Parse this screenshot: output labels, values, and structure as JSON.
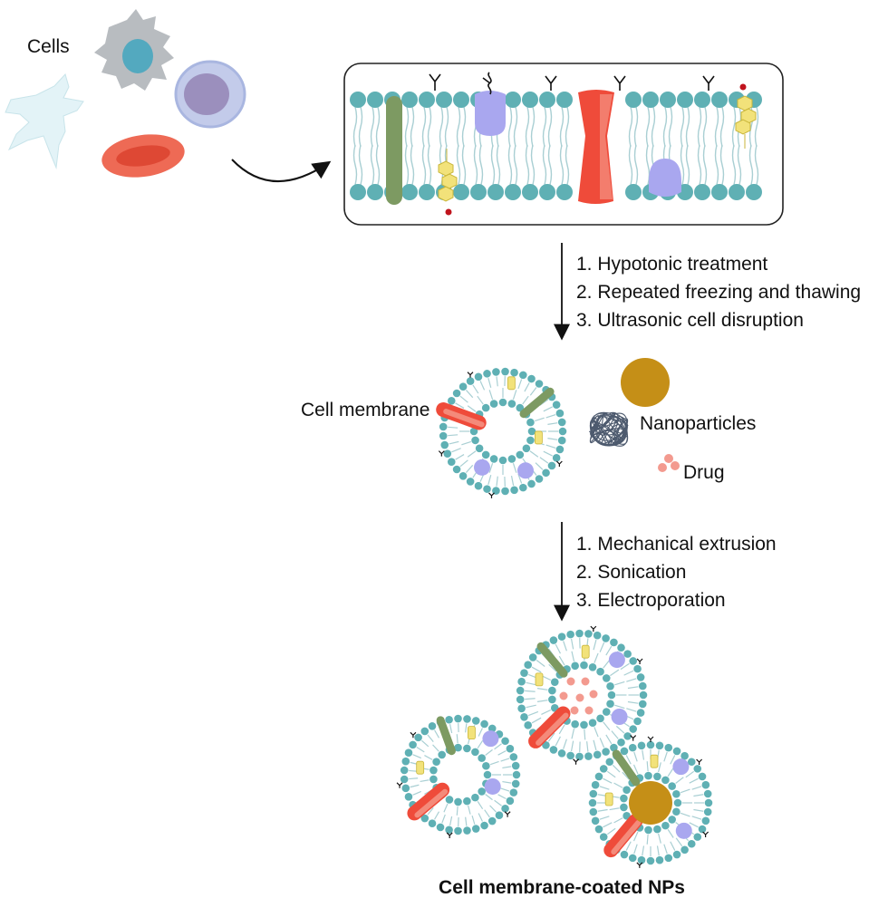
{
  "labels": {
    "cells": "Cells",
    "cell_membrane": "Cell membrane",
    "nanoparticles": "Nanoparticles",
    "drug": "Drug",
    "result": "Cell membrane-coated NPs"
  },
  "steps_extraction": [
    "1. Hypotonic treatment",
    "2. Repeated freezing and thawing",
    "3. Ultrasonic cell disruption"
  ],
  "steps_coating": [
    "1. Mechanical extrusion",
    "2. Sonication",
    "3. Electroporation"
  ],
  "colors": {
    "lipid_head": "#5fb0b4",
    "lipid_tail": "#a9cfd3",
    "protein_green": "#7d9a62",
    "protein_red": "#ef4b3a",
    "protein_purple": "#a9a7ef",
    "cholesterol": "#f2e27a",
    "nanoparticle": "#c58f17",
    "drug": "#f39a8f",
    "polymer": "#4d5a6e"
  }
}
